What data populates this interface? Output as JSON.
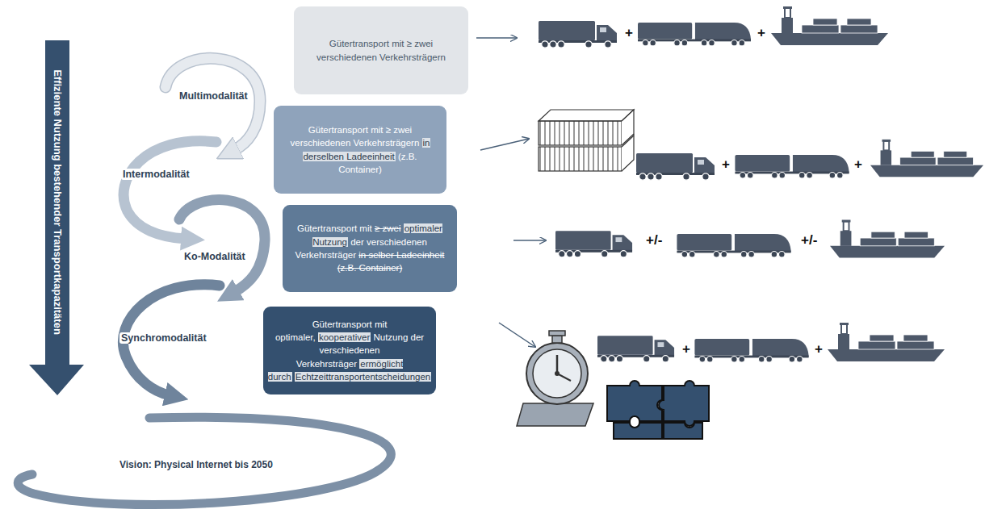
{
  "diagram": {
    "nodes": [
      {
        "text": [
          "Effiziente Nutzung bestehender Transportkapazitäten"
        ]
      },
      {
        "text": [
          "Gütertransport mit ≥ zwei verschiedenen Verkehrsträgern"
        ]
      },
      {
        "text": [
          "Gütertransport mit ≥ zwei verschiedenen Verkehrsträgern",
          "in derselben Ladeeinheit",
          "(z.B. Container)"
        ]
      },
      {
        "text": [
          "Gütertransport mit",
          "≥ zwei",
          "optimaler Nutzung",
          "der verschiedenen Verkehrsträger",
          "in selber Ladeeinheit (z.B. Container)"
        ]
      },
      {
        "text": [
          "Gütertransport mit optimaler,",
          "kooperativer",
          "Nutzung der verschiedenen Verkehrsträger",
          "ermöglicht durch",
          "Echtzeittransportentscheidungen"
        ]
      }
    ],
    "labels": [
      "Multimodalität",
      "Intermodalität",
      "Ko-Modalität",
      "Synchromodalität",
      "Vision: Physical Internet bis 2050",
      "+",
      "+",
      "+",
      "+",
      "+/-",
      "+/-",
      "+",
      "+"
    ]
  }
}
